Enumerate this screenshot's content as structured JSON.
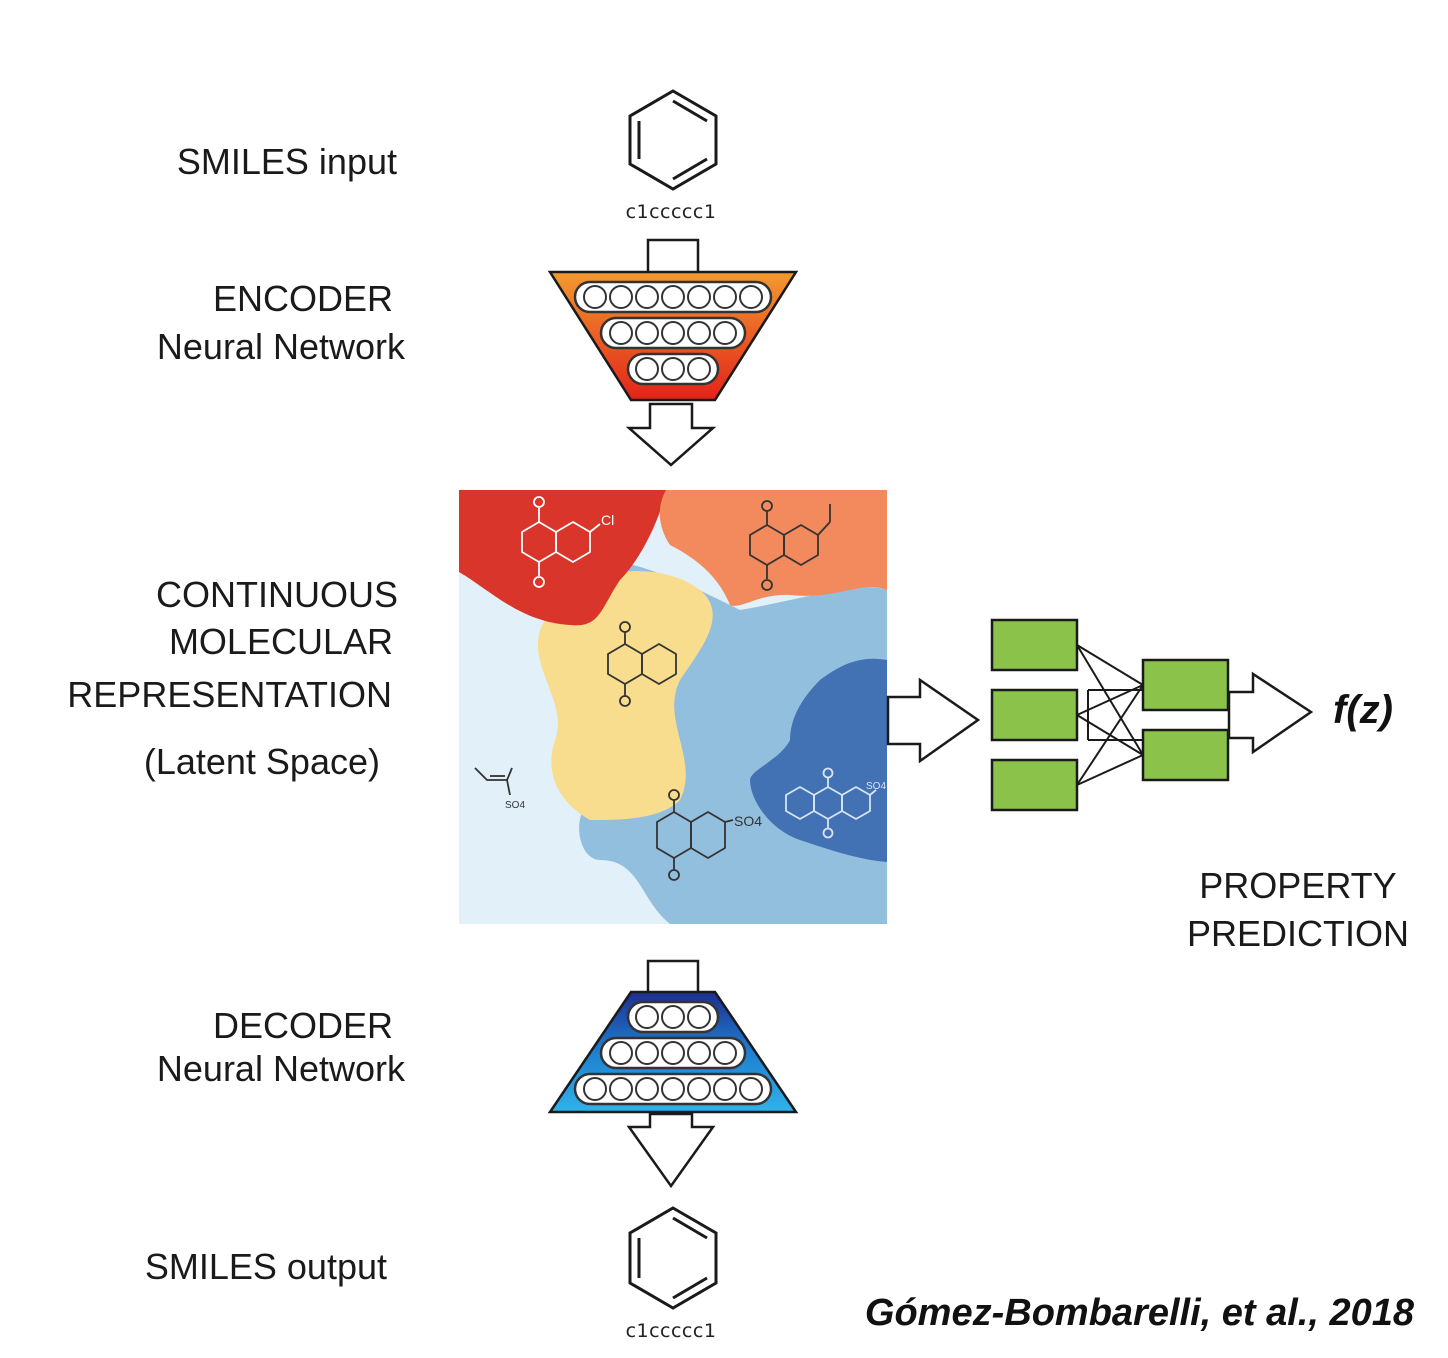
{
  "labels": {
    "smiles_input": "SMILES input",
    "encoder_line1": "ENCODER",
    "encoder_line2": "Neural Network",
    "latent_line1": "CONTINUOUS",
    "latent_line2": "MOLECULAR",
    "latent_line3": "REPRESENTATION",
    "latent_line4": "(Latent Space)",
    "decoder_line1": "DECODER",
    "decoder_line2": "Neural Network",
    "smiles_output": "SMILES output",
    "property_line1": "PROPERTY",
    "property_line2": "PREDICTION",
    "fz": "f(z)",
    "citation": "Gómez-Bombarelli, et al., 2018"
  },
  "smiles": {
    "input_string": "c1ccccc1",
    "output_string": "c1ccccc1"
  },
  "latent_space": {
    "substituents": {
      "chloro": "Cl",
      "sulfate_lightblue": "SO4",
      "sulfate_midblue": "SO4",
      "sulfate_darkblue": "SO4",
      "carbonyl": "O"
    }
  },
  "colors": {
    "red_region": "#d9352a",
    "orange_region": "#f28a5e",
    "yellow_region": "#f9dd8e",
    "light_blue_region": "#e2f1f9",
    "mid_blue_region": "#93bfde",
    "dark_blue_region": "#4272b4",
    "prediction_box": "#8bc34a",
    "encoder_gradient_top": "#f39a2e",
    "encoder_gradient_bottom": "#e2231a",
    "decoder_gradient_top": "#1d2f8f",
    "decoder_gradient_bottom": "#2fb3ea"
  }
}
